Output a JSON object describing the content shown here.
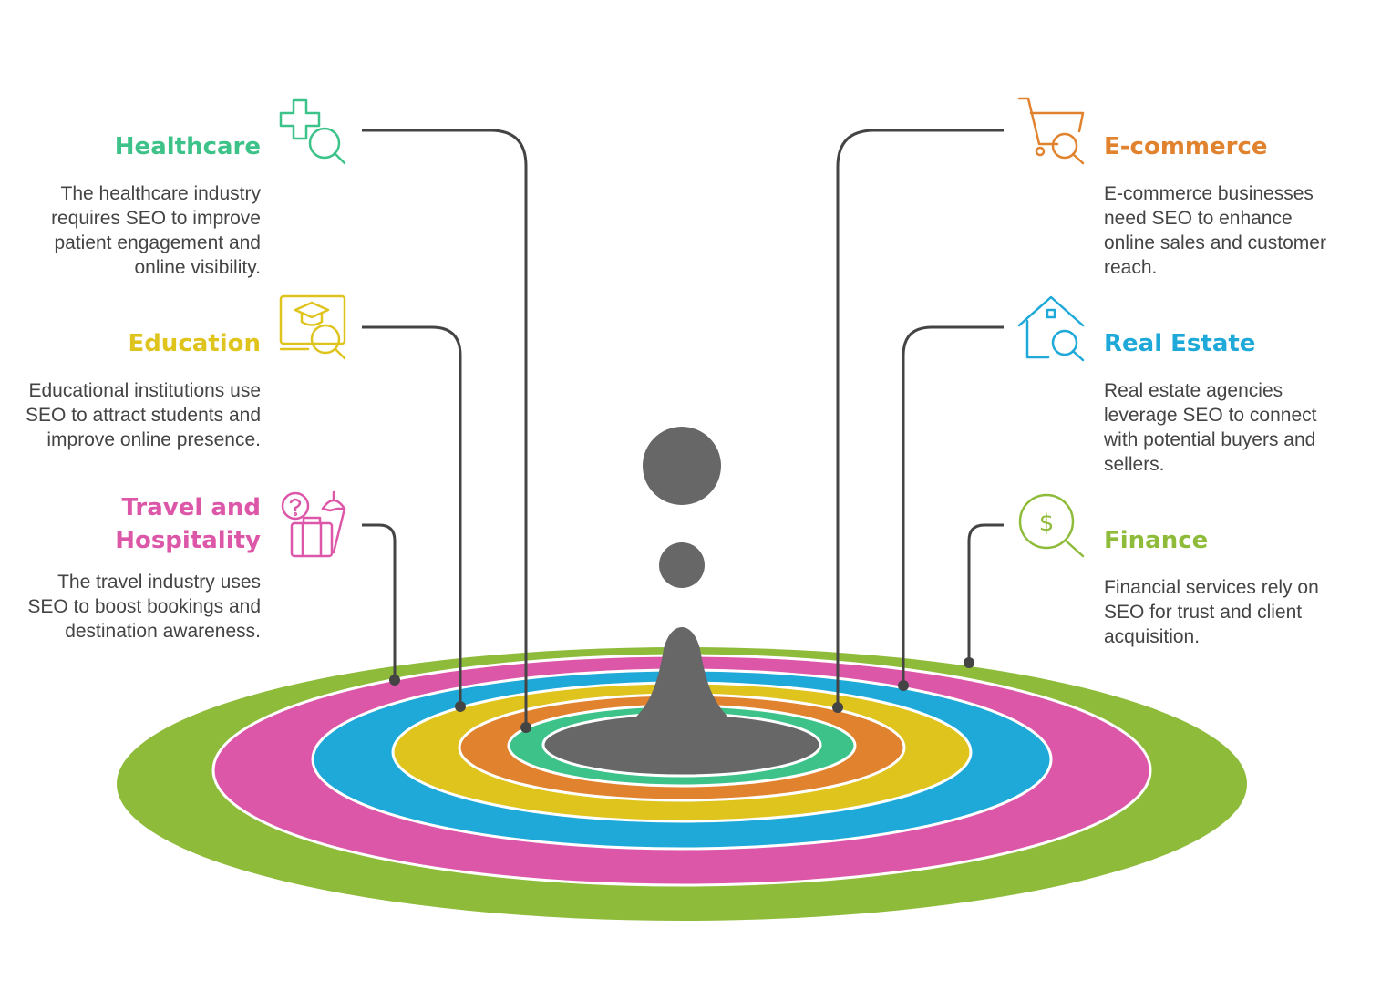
{
  "colors": {
    "healthcare": "#3dc38a",
    "education": "#dfc41e",
    "travel": "#dd57a8",
    "ecommerce": "#e0822e",
    "realestate": "#1ea9d9",
    "finance": "#8fbb3a",
    "drop": "#676767",
    "connector": "#444444"
  },
  "sectors": {
    "healthcare": {
      "title": "Healthcare",
      "description": "The healthcare industry requires SEO to improve patient engagement and online visibility.",
      "icon": "medical-search-icon"
    },
    "education": {
      "title": "Education",
      "description": "Educational institutions use SEO to attract students and improve online presence.",
      "icon": "graduation-search-icon"
    },
    "travel": {
      "title": "Travel and Hospitality",
      "description": "The travel industry uses SEO to boost bookings and destination awareness.",
      "icon": "luggage-umbrella-icon"
    },
    "ecommerce": {
      "title": "E-commerce",
      "description": "E-commerce businesses need SEO to enhance online sales and customer reach.",
      "icon": "cart-search-icon"
    },
    "realestate": {
      "title": "Real Estate",
      "description": "Real estate agencies leverage SEO to connect with potential buyers and sellers.",
      "icon": "house-search-icon"
    },
    "finance": {
      "title": "Finance",
      "description": "Financial services rely on SEO for trust and client acquisition.",
      "icon": "dollar-search-icon"
    }
  }
}
